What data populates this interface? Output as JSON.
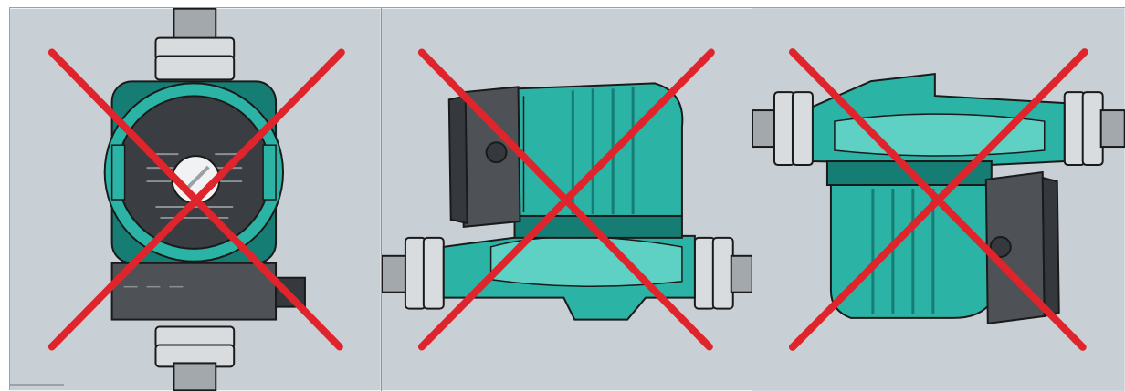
{
  "colors": {
    "panel_bg": "#c8cfd5",
    "pump_teal": "#2bb3a6",
    "pump_teal_dark": "#157d74",
    "pump_teal_light": "#5fd0c4",
    "terminal_box": "#4e5257",
    "terminal_box_dark": "#35383c",
    "pipe_metal": "#a3a8ad",
    "nut_metal": "#d9dcdf",
    "cross_red": "#e0242b",
    "outline": "#1a1a1a"
  },
  "panels": [
    {
      "view": "front",
      "status_icon": "red-cross-icon"
    },
    {
      "view": "side-horizontal-terminal-box-left",
      "status_icon": "red-cross-icon"
    },
    {
      "view": "side-horizontal-terminal-box-right",
      "status_icon": "red-cross-icon"
    }
  ]
}
